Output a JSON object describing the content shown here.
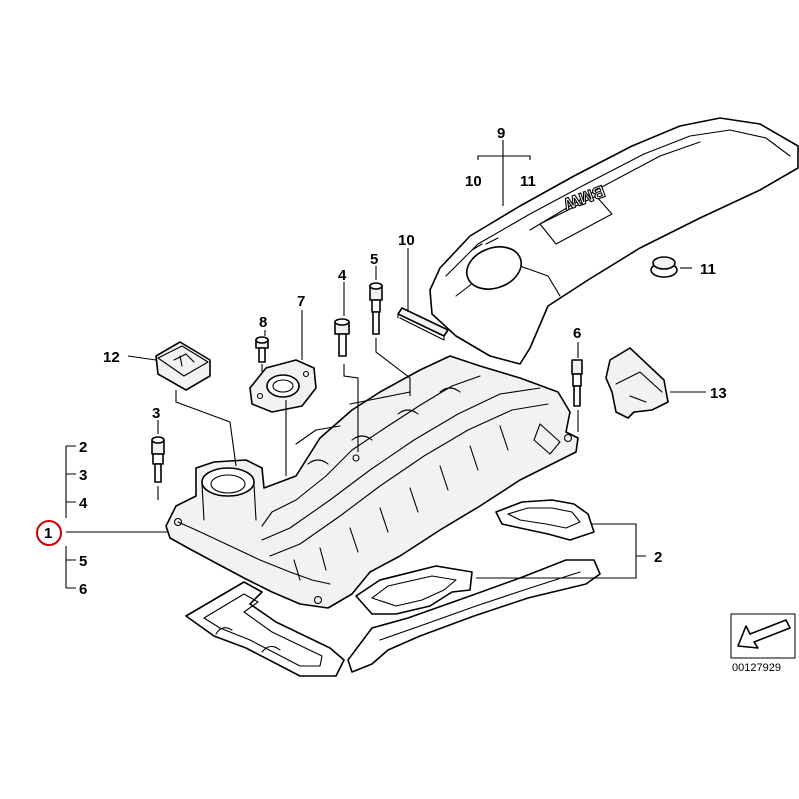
{
  "diagram": {
    "labels": {
      "l1": "1",
      "l2_left": "2",
      "l3_left": "3",
      "l4_left": "4",
      "l5_left": "5",
      "l6_left": "6",
      "l2_right": "2",
      "l3": "3",
      "l4": "4",
      "l5": "5",
      "l6": "6",
      "l7": "7",
      "l8": "8",
      "l9": "9",
      "l10_top": "10",
      "l11_top": "11",
      "l10": "10",
      "l11": "11",
      "l12": "12",
      "l13": "13"
    },
    "cover_brand": "BMW",
    "diagram_id": "00127929",
    "accent_color": "#cc0000",
    "icons": {
      "selected": "red-circle-highlight",
      "view": "direction-arrow-icon"
    }
  }
}
